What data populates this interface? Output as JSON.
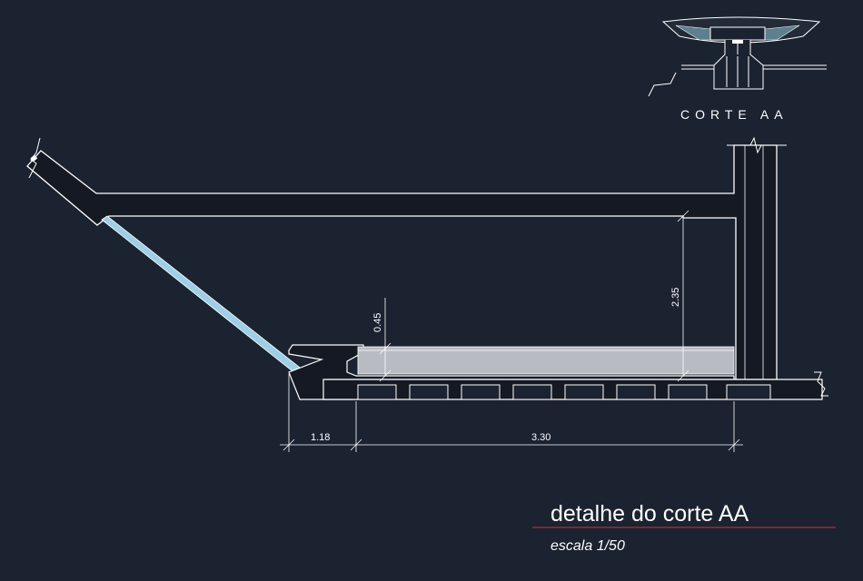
{
  "drawing": {
    "section_label": "CORTE AA",
    "title": "detalhe do corte AA",
    "scale": "escala 1/50",
    "dimensions": {
      "height_total": "2.35",
      "height_basin": "0.45",
      "width_left": "1.18",
      "width_basin": "3.30"
    }
  },
  "colors": {
    "background": "#1b2230",
    "line": "#ffffff",
    "glass": "#9ecfe6",
    "water": "#b8bcc2",
    "title_rule": "#b0303a"
  }
}
